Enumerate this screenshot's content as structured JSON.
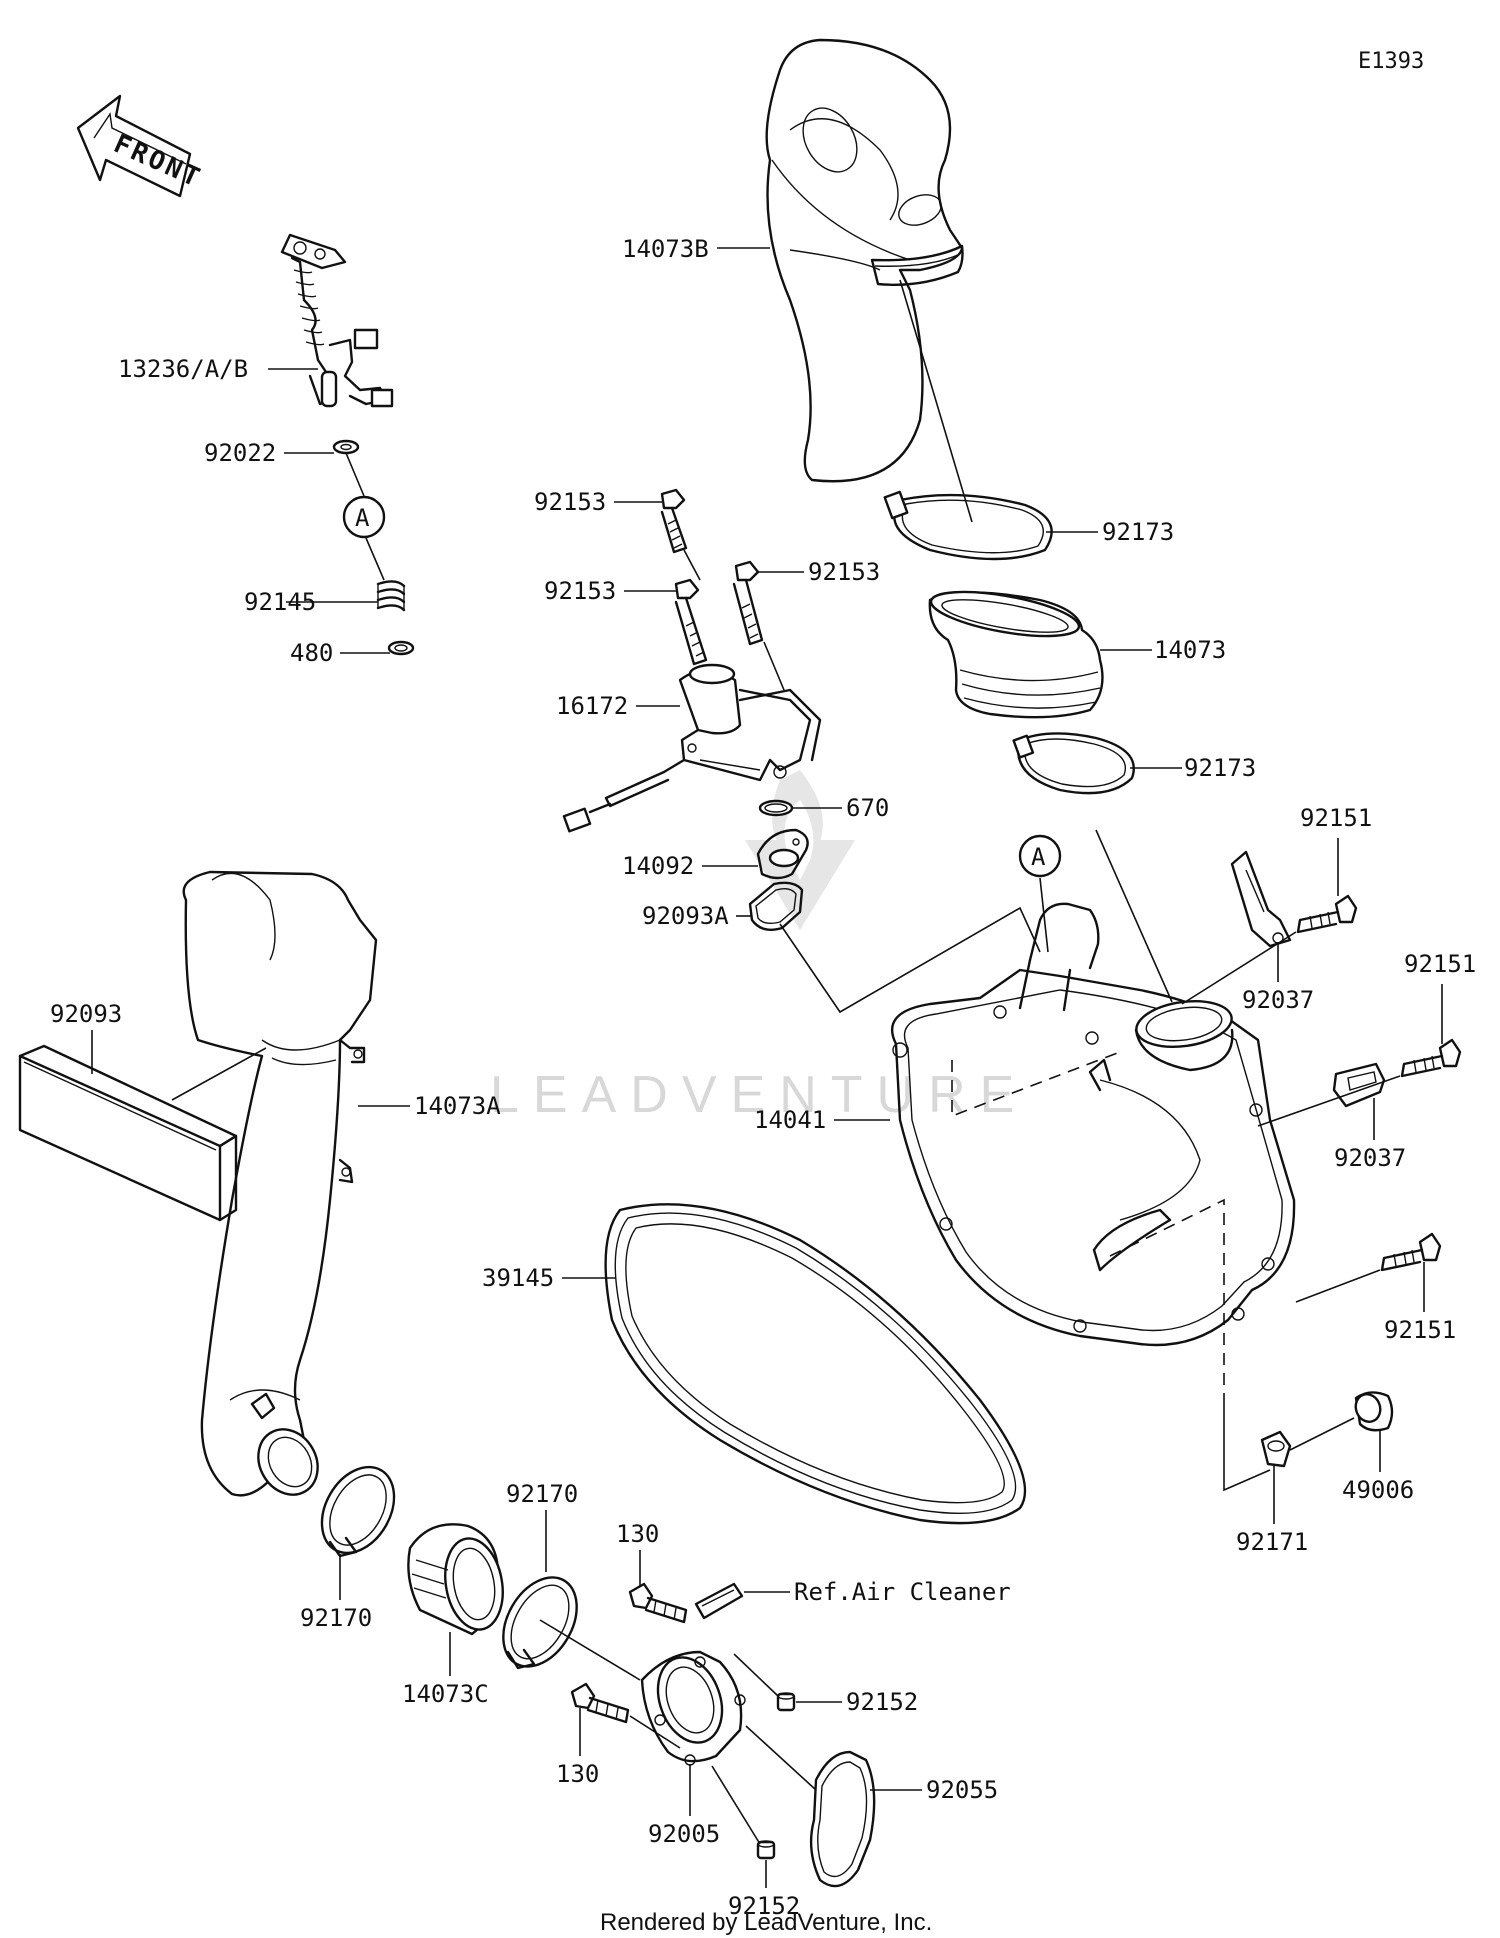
{
  "diagram_code": "E1393",
  "front_label": "FRONT",
  "callout_letter": "A",
  "watermark": "LEADVENTURE",
  "footer": "Rendered by LeadVenture, Inc.",
  "labels": {
    "p13236": "13236/A/B",
    "p92022": "92022",
    "p92145": "92145",
    "p480": "480",
    "p14073B": "14073B",
    "p92173_top": "92173",
    "p14073": "14073",
    "p92173_mid": "92173",
    "p92153_a": "92153",
    "p92153_b": "92153",
    "p92153_c": "92153",
    "p16172": "16172",
    "p670": "670",
    "p14092": "14092",
    "p92093A": "92093A",
    "p92151_a": "92151",
    "p92151_b": "92151",
    "p92151_c": "92151",
    "p92037_a": "92037",
    "p92037_b": "92037",
    "p92093": "92093",
    "p14073A": "14073A",
    "p14041": "14041",
    "p39145": "39145",
    "p92170_a": "92170",
    "p92170_b": "92170",
    "p14073C": "14073C",
    "p130_a": "130",
    "p130_b": "130",
    "ref_air_cleaner": "Ref.Air Cleaner",
    "p92152_a": "92152",
    "p92152_b": "92152",
    "p92055": "92055",
    "p92005": "92005",
    "p92171": "92171",
    "p49006": "49006"
  }
}
